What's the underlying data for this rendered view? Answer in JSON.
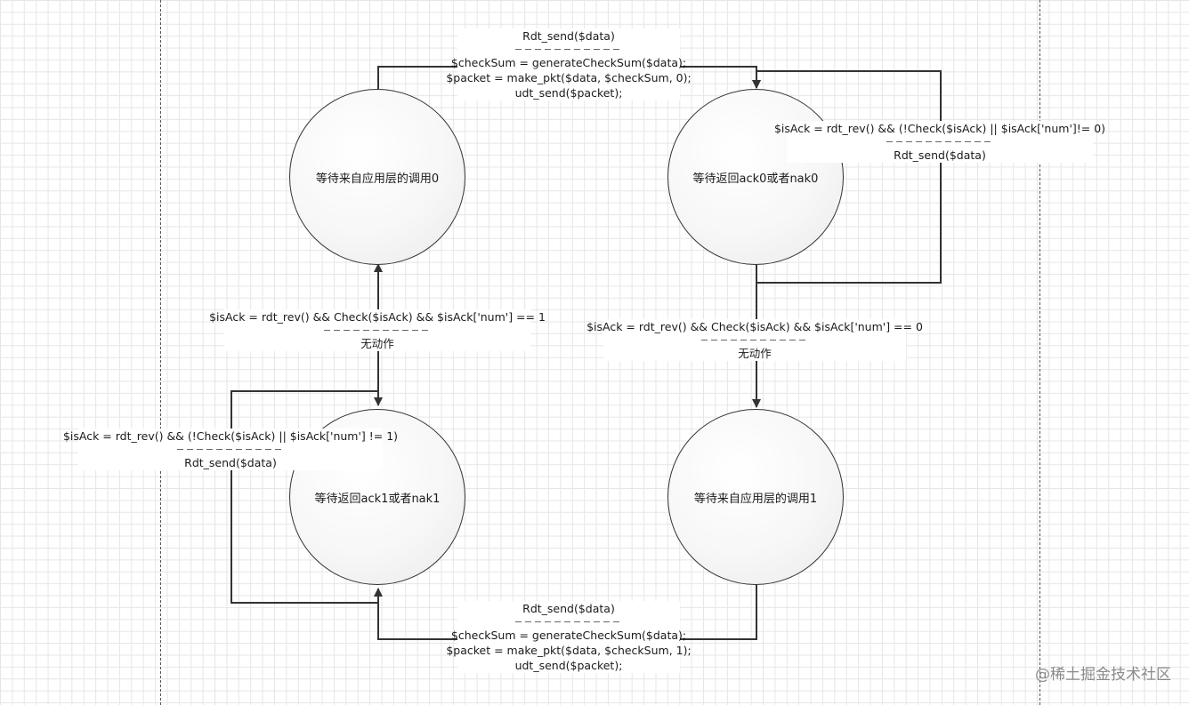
{
  "states": {
    "wait_call_0": "等待来自应用层的调用0",
    "wait_ack_0": "等待返回ack0或者nak0",
    "wait_ack_1": "等待返回ack1或者nak1",
    "wait_call_1": "等待来自应用层的调用1"
  },
  "transitions": {
    "send0": {
      "event": "Rdt_send($data)",
      "actions": [
        "$checkSum = generateCheckSum($data);",
        "$packet = make_pkt($data, $checkSum, 0);",
        "udt_send($packet);"
      ]
    },
    "retry0": {
      "event": "$isAck = rdt_rev() && (!Check($isAck) ||  $isAck['num']!= 0)",
      "action": "Rdt_send($data)"
    },
    "ack0": {
      "event": "$isAck = rdt_rev() && Check($isAck) && $isAck['num'] == 0",
      "action": "无动作"
    },
    "send1": {
      "event": "Rdt_send($data)",
      "actions": [
        "$checkSum = generateCheckSum($data);",
        "$packet = make_pkt($data, $checkSum, 1);",
        "udt_send($packet);"
      ]
    },
    "retry1": {
      "event": "$isAck = rdt_rev() && (!Check($isAck) || $isAck['num'] != 1)",
      "action": "Rdt_send($data)"
    },
    "ack1": {
      "event": "$isAck = rdt_rev() && Check($isAck) &&  $isAck['num'] == 1",
      "action": "无动作"
    }
  },
  "watermark": "@稀土掘金技术社区"
}
